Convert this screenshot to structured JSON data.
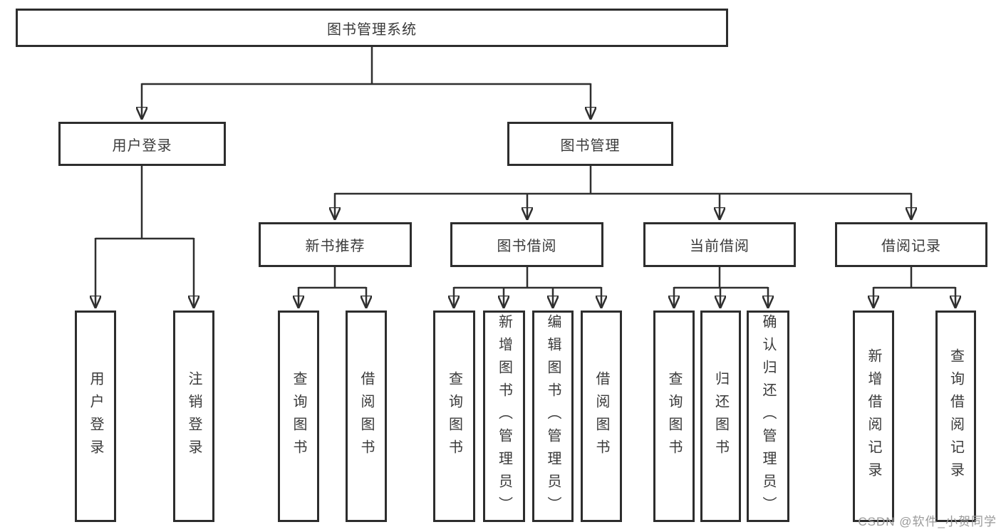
{
  "diagram_type": "hierarchy-tree",
  "tree": {
    "label": "图书管理系统",
    "children": [
      {
        "label": "用户登录",
        "children": [
          {
            "label": "用户登录"
          },
          {
            "label": "注销登录"
          }
        ]
      },
      {
        "label": "图书管理",
        "children": [
          {
            "label": "新书推荐",
            "children": [
              {
                "label": "查询图书"
              },
              {
                "label": "借阅图书"
              }
            ]
          },
          {
            "label": "图书借阅",
            "children": [
              {
                "label": "查询图书"
              },
              {
                "label": "新增图书（管理员）"
              },
              {
                "label": "编辑图书（管理员）"
              },
              {
                "label": "借阅图书"
              }
            ]
          },
          {
            "label": "当前借阅",
            "children": [
              {
                "label": "查询图书"
              },
              {
                "label": "归还图书"
              },
              {
                "label": "确认归还（管理员）"
              }
            ]
          },
          {
            "label": "借阅记录",
            "children": [
              {
                "label": "新增借阅记录"
              },
              {
                "label": "查询借阅记录"
              }
            ]
          }
        ]
      }
    ]
  },
  "watermark": {
    "text": "CSDN @软件_小贺同学",
    "color": "#9a9a9a"
  },
  "colors": {
    "background": "#ffffff",
    "line": "#2f2f2f",
    "box_border": "#2d2d2d",
    "text": "#3a3a3a"
  }
}
